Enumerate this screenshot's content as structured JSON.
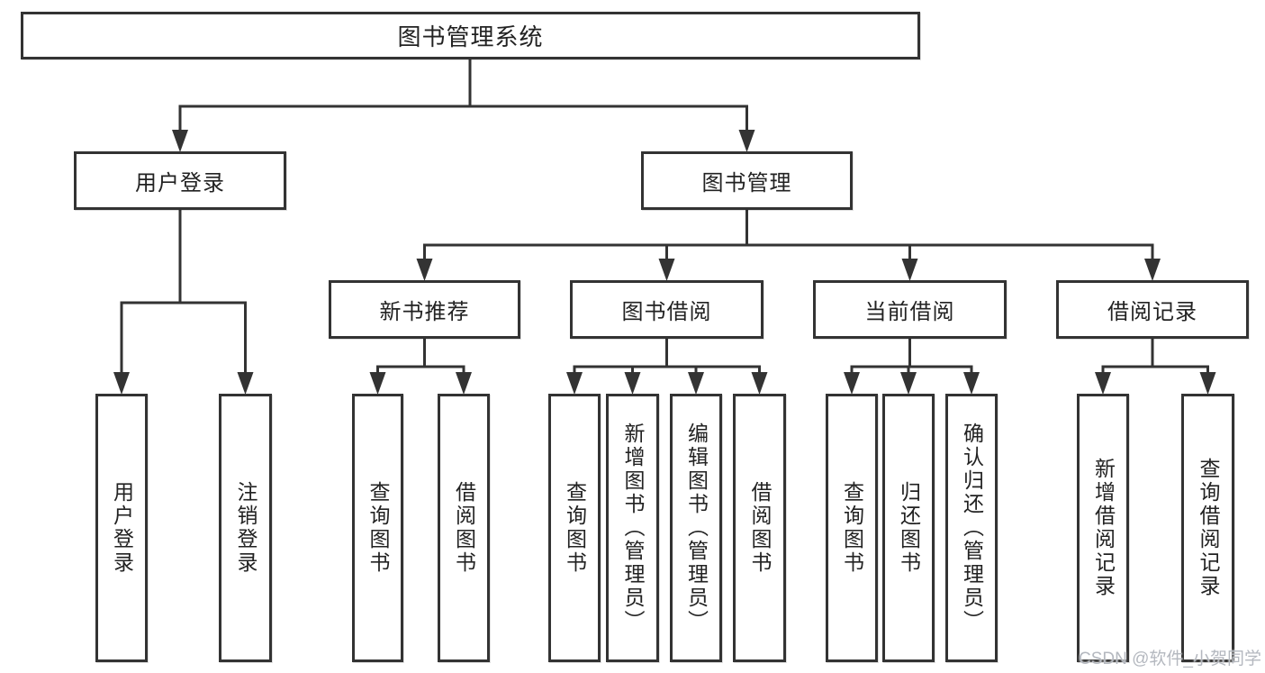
{
  "diagram": {
    "title": "图书管理系统",
    "level2": [
      {
        "label": "用户登录"
      },
      {
        "label": "图书管理"
      }
    ],
    "level3": [
      {
        "label": "新书推荐"
      },
      {
        "label": "图书借阅"
      },
      {
        "label": "当前借阅"
      },
      {
        "label": "借阅记录"
      }
    ],
    "leaves": {
      "user_login": [
        "用户登录",
        "注销登录"
      ],
      "new_book_recommend": [
        "查询图书",
        "借阅图书"
      ],
      "book_borrow": [
        "查询图书",
        "新增图书（管理员）",
        "编辑图书（管理员）",
        "借阅图书"
      ],
      "current_borrow": [
        "查询图书",
        "归还图书",
        "确认归还（管理员）"
      ],
      "borrow_records": [
        "新增借阅记录",
        "查询借阅记录"
      ]
    }
  },
  "watermark": {
    "text": "CSDN @软件_小贺同学"
  },
  "colors": {
    "line": "#333333",
    "box_border": "#333333",
    "text": "#222222",
    "watermark": "#b4b8bf",
    "background": "#ffffff"
  }
}
